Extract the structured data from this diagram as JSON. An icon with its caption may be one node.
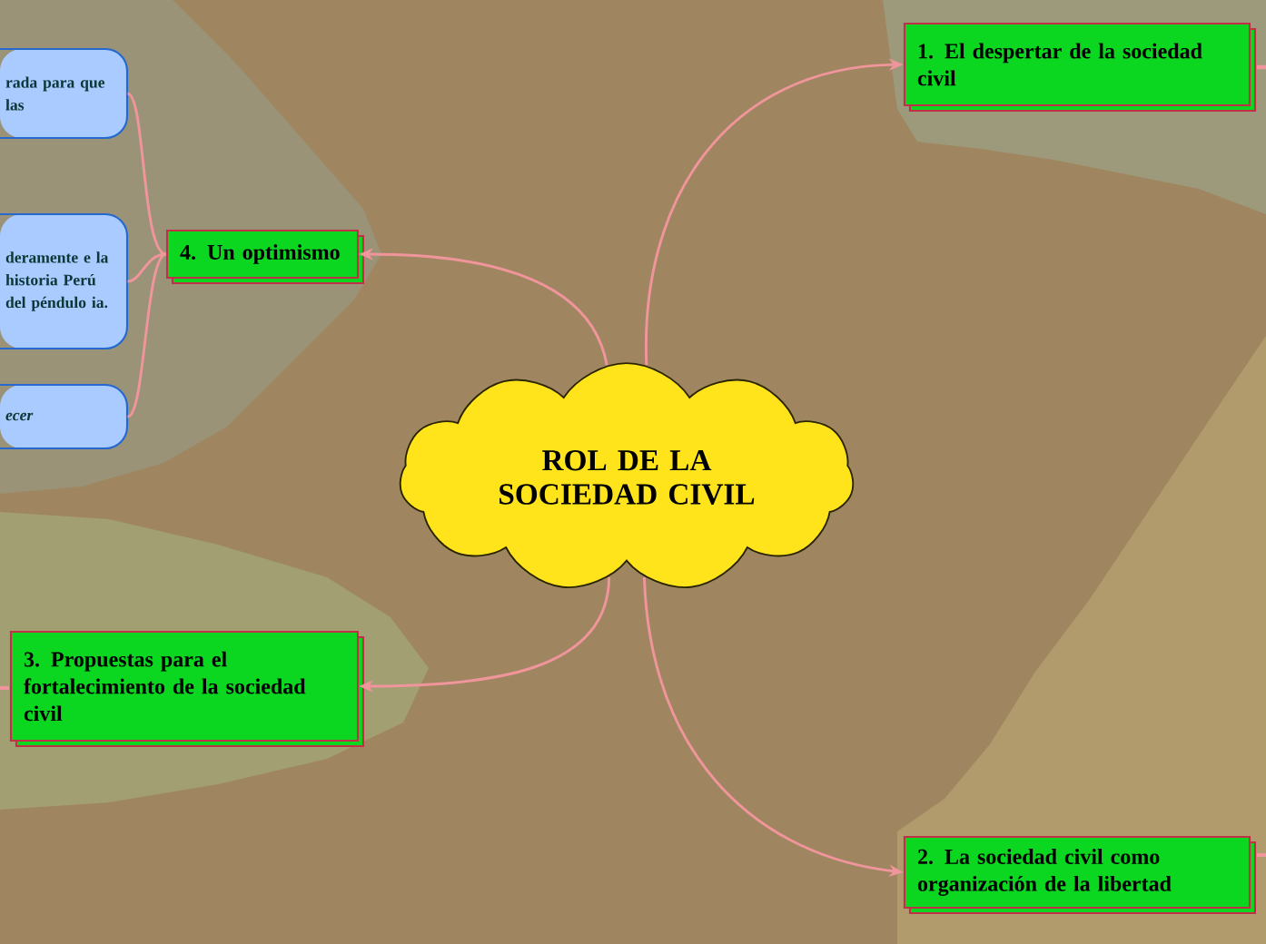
{
  "diagram": {
    "nodes": [
      {
        "text": [
          "ROL DE LA SOCIEDAD CIVIL"
        ]
      },
      {
        "text": [
          "1. El despertar de la sociedad civil"
        ]
      },
      {
        "text": [
          "2. La sociedad civil como organización de la libertad"
        ]
      },
      {
        "text": [
          "3. Propuestas para el fortalecimiento de la sociedad civil"
        ]
      },
      {
        "text": [
          "4. Un optimismo"
        ]
      },
      {
        "text": [
          "rada para que las"
        ]
      },
      {
        "text": [
          "deramente e la historia Perú del péndulo ia."
        ]
      },
      {
        "text": [
          "ecer"
        ]
      }
    ],
    "edges": [
      {
        "from": 0,
        "to": 1,
        "arrow": "to"
      },
      {
        "from": 0,
        "to": 2,
        "arrow": "to"
      },
      {
        "from": 0,
        "to": 3,
        "arrow": "to"
      },
      {
        "from": 0,
        "to": 4,
        "arrow": "to"
      },
      {
        "from": 4,
        "to": 5,
        "arrow": "none"
      },
      {
        "from": 4,
        "to": 6,
        "arrow": "none"
      },
      {
        "from": 4,
        "to": 7,
        "arrow": "none"
      }
    ]
  }
}
